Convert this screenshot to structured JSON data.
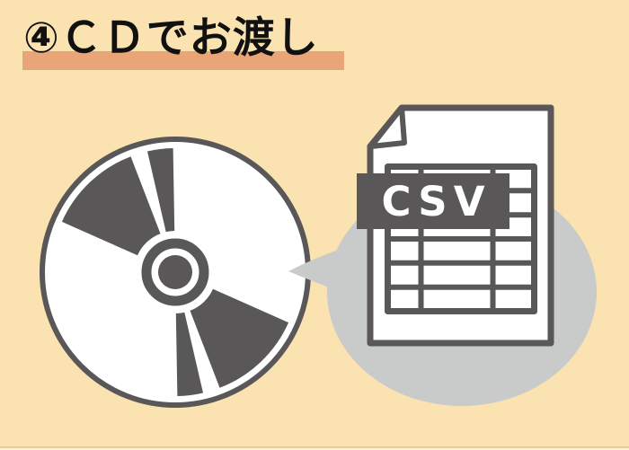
{
  "header": {
    "title": "④ＣＤでお渡し"
  },
  "document": {
    "label": "CSV"
  },
  "colors": {
    "background": "#FBE3B1",
    "highlight_bar": "#E9A577",
    "dark_gray": "#595757",
    "light_gray": "#C9CACA",
    "paper_white": "#FFFFFF",
    "title_text": "#111111",
    "label_text": "#FFFFFF"
  },
  "icons": {
    "cd": "cd-disc-icon",
    "document": "csv-document-icon",
    "bubble": "speech-bubble-callout"
  }
}
